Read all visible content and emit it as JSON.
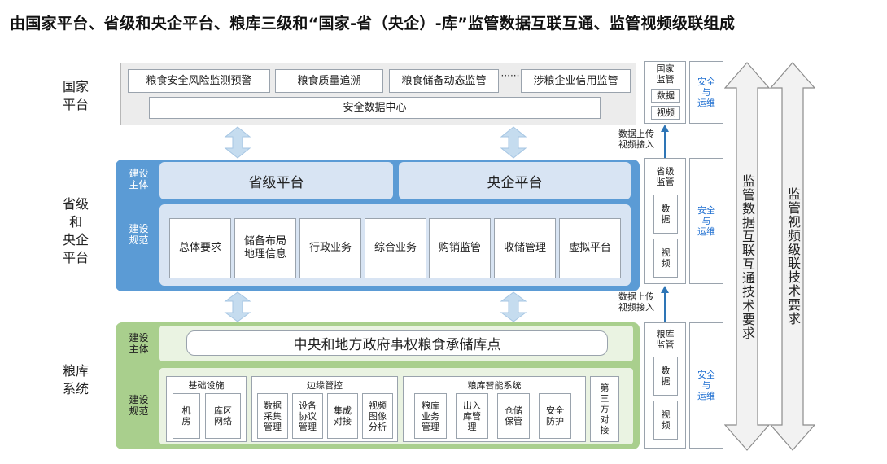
{
  "title": "由国家平台、省级和央企平台、粮库三级和“国家-省（央企）-库”监管数据互联互通、监管视频级联组成",
  "rows": {
    "national": "国家\n平台",
    "provincial": "省级\n和\n央企\n平台",
    "depot": "粮库\n系统"
  },
  "national": {
    "items": [
      "粮食安全风险监测预警",
      "粮食质量追溯",
      "粮食储备动态监管",
      "涉粮企业信用监管"
    ],
    "ellipsis": "······",
    "center": "安全数据中心"
  },
  "provincial": {
    "build_subject": "建设\n主体",
    "build_spec": "建设\n规范",
    "platforms": [
      "省级平台",
      "央企平台"
    ],
    "modules": [
      "总体要求",
      "储备布局\n地理信息",
      "行政业务",
      "综合业务",
      "购销监管",
      "收储管理",
      "虚拟平台"
    ]
  },
  "depot": {
    "build_subject": "建设\n主体",
    "build_spec": "建设\n规范",
    "main": "中央和地方政府事权粮食承储库点",
    "groups": [
      {
        "title": "基础设施",
        "items": [
          "机\n房",
          "库区\n网络"
        ]
      },
      {
        "title": "边缘管控",
        "items": [
          "数据\n采集\n管理",
          "设备\n协议\n管理",
          "集成\n对接",
          "视频\n图像\n分析"
        ]
      },
      {
        "title": "粮库智能系统",
        "items": [
          "粮库\n业务\n管理",
          "出入\n库管\n理",
          "仓储\n保管",
          "安全\n防护"
        ]
      }
    ],
    "third_party": "第\n三\n方\n对\n接"
  },
  "side": {
    "national_supervision": "国家\n监管",
    "provincial_supervision": "省级\n监管",
    "depot_supervision": "粮库\n监管",
    "data": "数据",
    "video": "视频",
    "data_v": "数\n据",
    "video_v": "视\n频",
    "security": "安全\n与\n运维",
    "upload": "数据上传\n视频接入"
  },
  "arrows": {
    "data_interconnect": "监管数据互联互通技术要求",
    "video_cascade": "监管视频级联技术要求"
  },
  "colors": {
    "national_bg": "#ececec",
    "provincial_bg": "#d8e4f3",
    "provincial_border": "#5b9bd5",
    "depot_bg": "#eaf3e2",
    "depot_border": "#a9cf8d",
    "accent_blue": "#1f6fd1",
    "connector": "#c5dcef"
  }
}
